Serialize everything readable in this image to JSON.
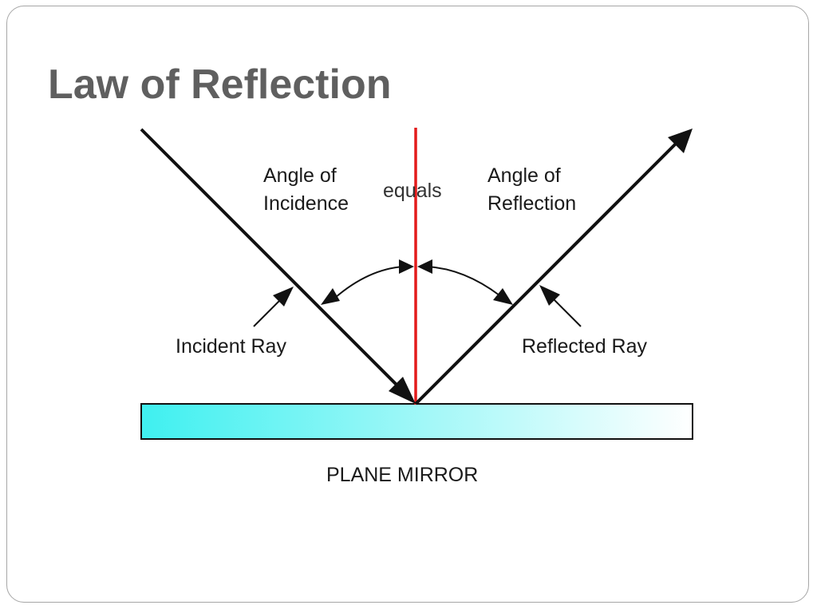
{
  "slide": {
    "title": "Law of Reflection"
  },
  "diagram": {
    "angle_incidence": [
      "Angle of",
      "Incidence"
    ],
    "equals": "equals",
    "angle_reflection": [
      "Angle of",
      "Reflection"
    ],
    "incident_ray": "Incident Ray",
    "reflected_ray": "Reflected Ray",
    "mirror": "PLANE MIRROR"
  },
  "colors": {
    "title": "#5f5f5f",
    "normal_line": "#e31b1b",
    "ray": "#111111",
    "mirror_left": "#3ff0f0",
    "mirror_right": "#ffffff"
  }
}
